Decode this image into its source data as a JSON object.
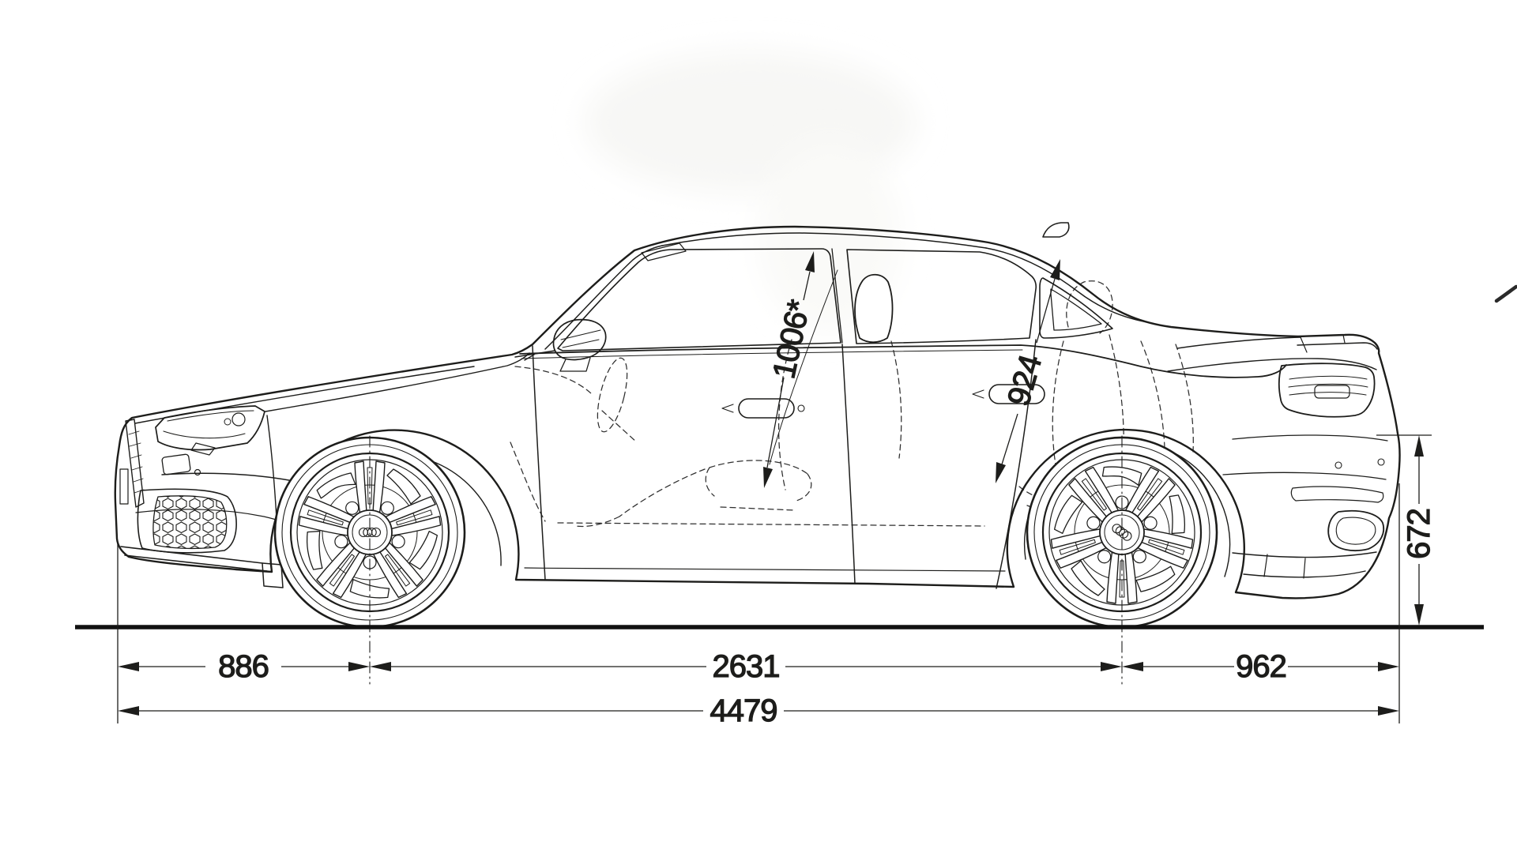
{
  "page": {
    "background_color": "#ffffff",
    "line_color": "#1d1d1b",
    "shadow_color": "#f6f6f4"
  },
  "drawing": {
    "type": "technical-line-drawing",
    "view": "side",
    "dimensions": {
      "front_overhang": "886",
      "wheelbase": "2631",
      "rear_overhang": "962",
      "overall_length": "4479",
      "rear_height": "672",
      "front_interior_diagonal": "1006*",
      "rear_interior_diagonal": "924"
    }
  }
}
